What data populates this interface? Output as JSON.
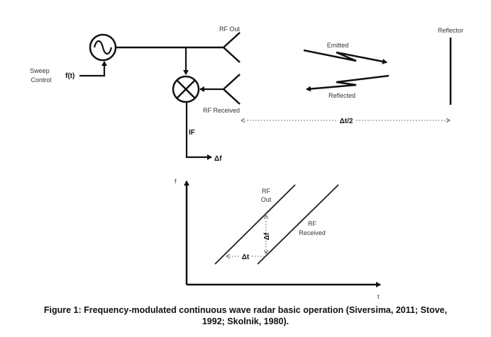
{
  "block_diagram": {
    "sweep_control": "Sweep\nControl",
    "sweep_line1": "Sweep",
    "sweep_line2": "Control",
    "ft_label": "f(t)",
    "rf_out": "RF Out",
    "rf_received": "RF Received",
    "if_label": "IF",
    "delta_f": "Δf",
    "emitted": "Emitted",
    "reflected": "Reflected",
    "reflector": "Reflector",
    "half_delay": "Δt/2"
  },
  "graph": {
    "y_axis_label": "f",
    "x_axis_label": "t",
    "rf_out_line1": "RF",
    "rf_out_line2": "Out",
    "rf_received_line1": "RF",
    "rf_received_line2": "Received",
    "delta_f": "Δf",
    "delta_t": "Δt"
  },
  "caption": {
    "line1": "Figure 1: Frequency-modulated continuous wave radar basic operation (Siversima, 2011; Stove,",
    "line2": "1992; Skolnik, 1980)."
  }
}
